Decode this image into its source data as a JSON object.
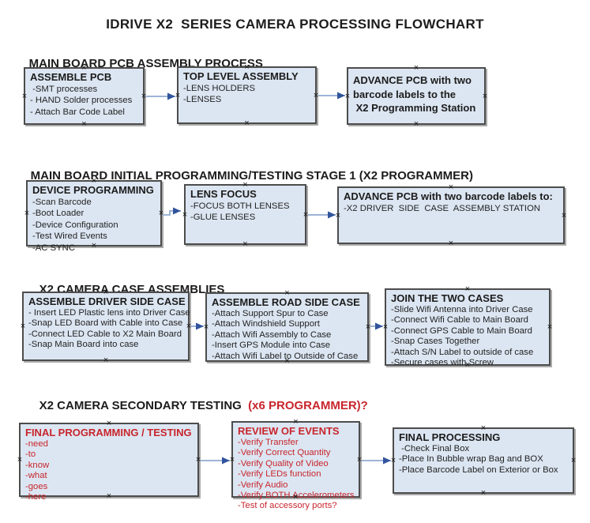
{
  "page_title": "IDRIVE X2  SERIES CAMERA PROCESSING FLOWCHART",
  "icons": {
    "connection_marker": "×"
  },
  "colors": {
    "box_fill": "#dce6f2",
    "box_border": "#4c4c4c",
    "red_text": "#c8252c",
    "arrow_line": "#9db4d6",
    "arrow_head": "#31549c"
  },
  "sections": [
    {
      "header": "MAIN BOARD PCB ASSEMBLY PROCESS",
      "header_suffix": "",
      "boxes": [
        {
          "title": "ASSEMBLE PCB",
          "items": [
            " -SMT processes",
            "- HAND Solder processes",
            "- Attach Bar Code Label"
          ]
        },
        {
          "title": "TOP LEVEL ASSEMBLY",
          "items": [
            "-LENS HOLDERS",
            "-LENSES"
          ]
        },
        {
          "title_lines": [
            "ADVANCE PCB with two",
            "barcode labels to the",
            " X2 Programming Station"
          ]
        }
      ]
    },
    {
      "header": "MAIN BOARD INITIAL PROGRAMMING/TESTING STAGE 1 (X2 PROGRAMMER)",
      "header_suffix": "",
      "boxes": [
        {
          "title": "DEVICE PROGRAMMING",
          "items": [
            "-Scan Barcode",
            "-Boot Loader",
            "-Device Configuration",
            "-Test Wired Events",
            "-AC SYNC"
          ]
        },
        {
          "title": "LENS FOCUS",
          "items": [
            "-FOCUS BOTH LENSES",
            "-GLUE LENSES"
          ]
        },
        {
          "title": "ADVANCE PCB with two barcode labels to:",
          "items": [
            "-X2 DRIVER  SIDE  CASE  ASSEMBLY STATION"
          ]
        }
      ]
    },
    {
      "header": "X2 CAMERA CASE ASSEMBLIES",
      "header_suffix": "",
      "boxes": [
        {
          "title": "ASSEMBLE DRIVER SIDE CASE",
          "items": [
            "- Insert LED Plastic lens into Driver Case",
            "-Snap LED Board with Cable into Case",
            "-Connect LED Cable to X2 Main Board",
            "-Snap Main Board into case"
          ]
        },
        {
          "title": "ASSEMBLE ROAD SIDE CASE",
          "items": [
            "-Attach Support Spur to Case",
            "-Attach Windshield Support",
            "-Attach Wifi Assembly to Case",
            "-Insert GPS Module into Case",
            "-Attach Wifi Label to Outside of Case"
          ]
        },
        {
          "title": "JOIN THE TWO CASES",
          "items": [
            "-Slide Wifi Antenna into Driver Case",
            "-Connect Wifi Cable to Main Board",
            "-Connect GPS Cable to Main Board",
            "-Snap Cases Together",
            "-Attach S/N Label to outside of case",
            "-Secure cases with Screw"
          ]
        }
      ]
    },
    {
      "header": "X2 CAMERA SECONDARY TESTING  ",
      "header_suffix": "(x6 PROGRAMMER)?",
      "boxes": [
        {
          "title": "FINAL PROGRAMMING / TESTING",
          "items": [
            "-need",
            "-to",
            "-know",
            "-what",
            "-goes",
            "-here"
          ]
        },
        {
          "title": "REVIEW OF EVENTS",
          "items": [
            "-Verify Transfer",
            "-Verify Correct Quantity",
            "-Verify Quality of Video",
            "-Verify LEDs function",
            "-Verify Audio",
            "-Verify BOTH Accelerometers",
            "-Test of accessory ports?"
          ]
        },
        {
          "title": "FINAL PROCESSING",
          "items": [
            " -Check Final Box",
            "-Place In Bubble wrap Bag and BOX",
            "-Place Barcode Label on Exterior or Box"
          ]
        }
      ]
    }
  ]
}
